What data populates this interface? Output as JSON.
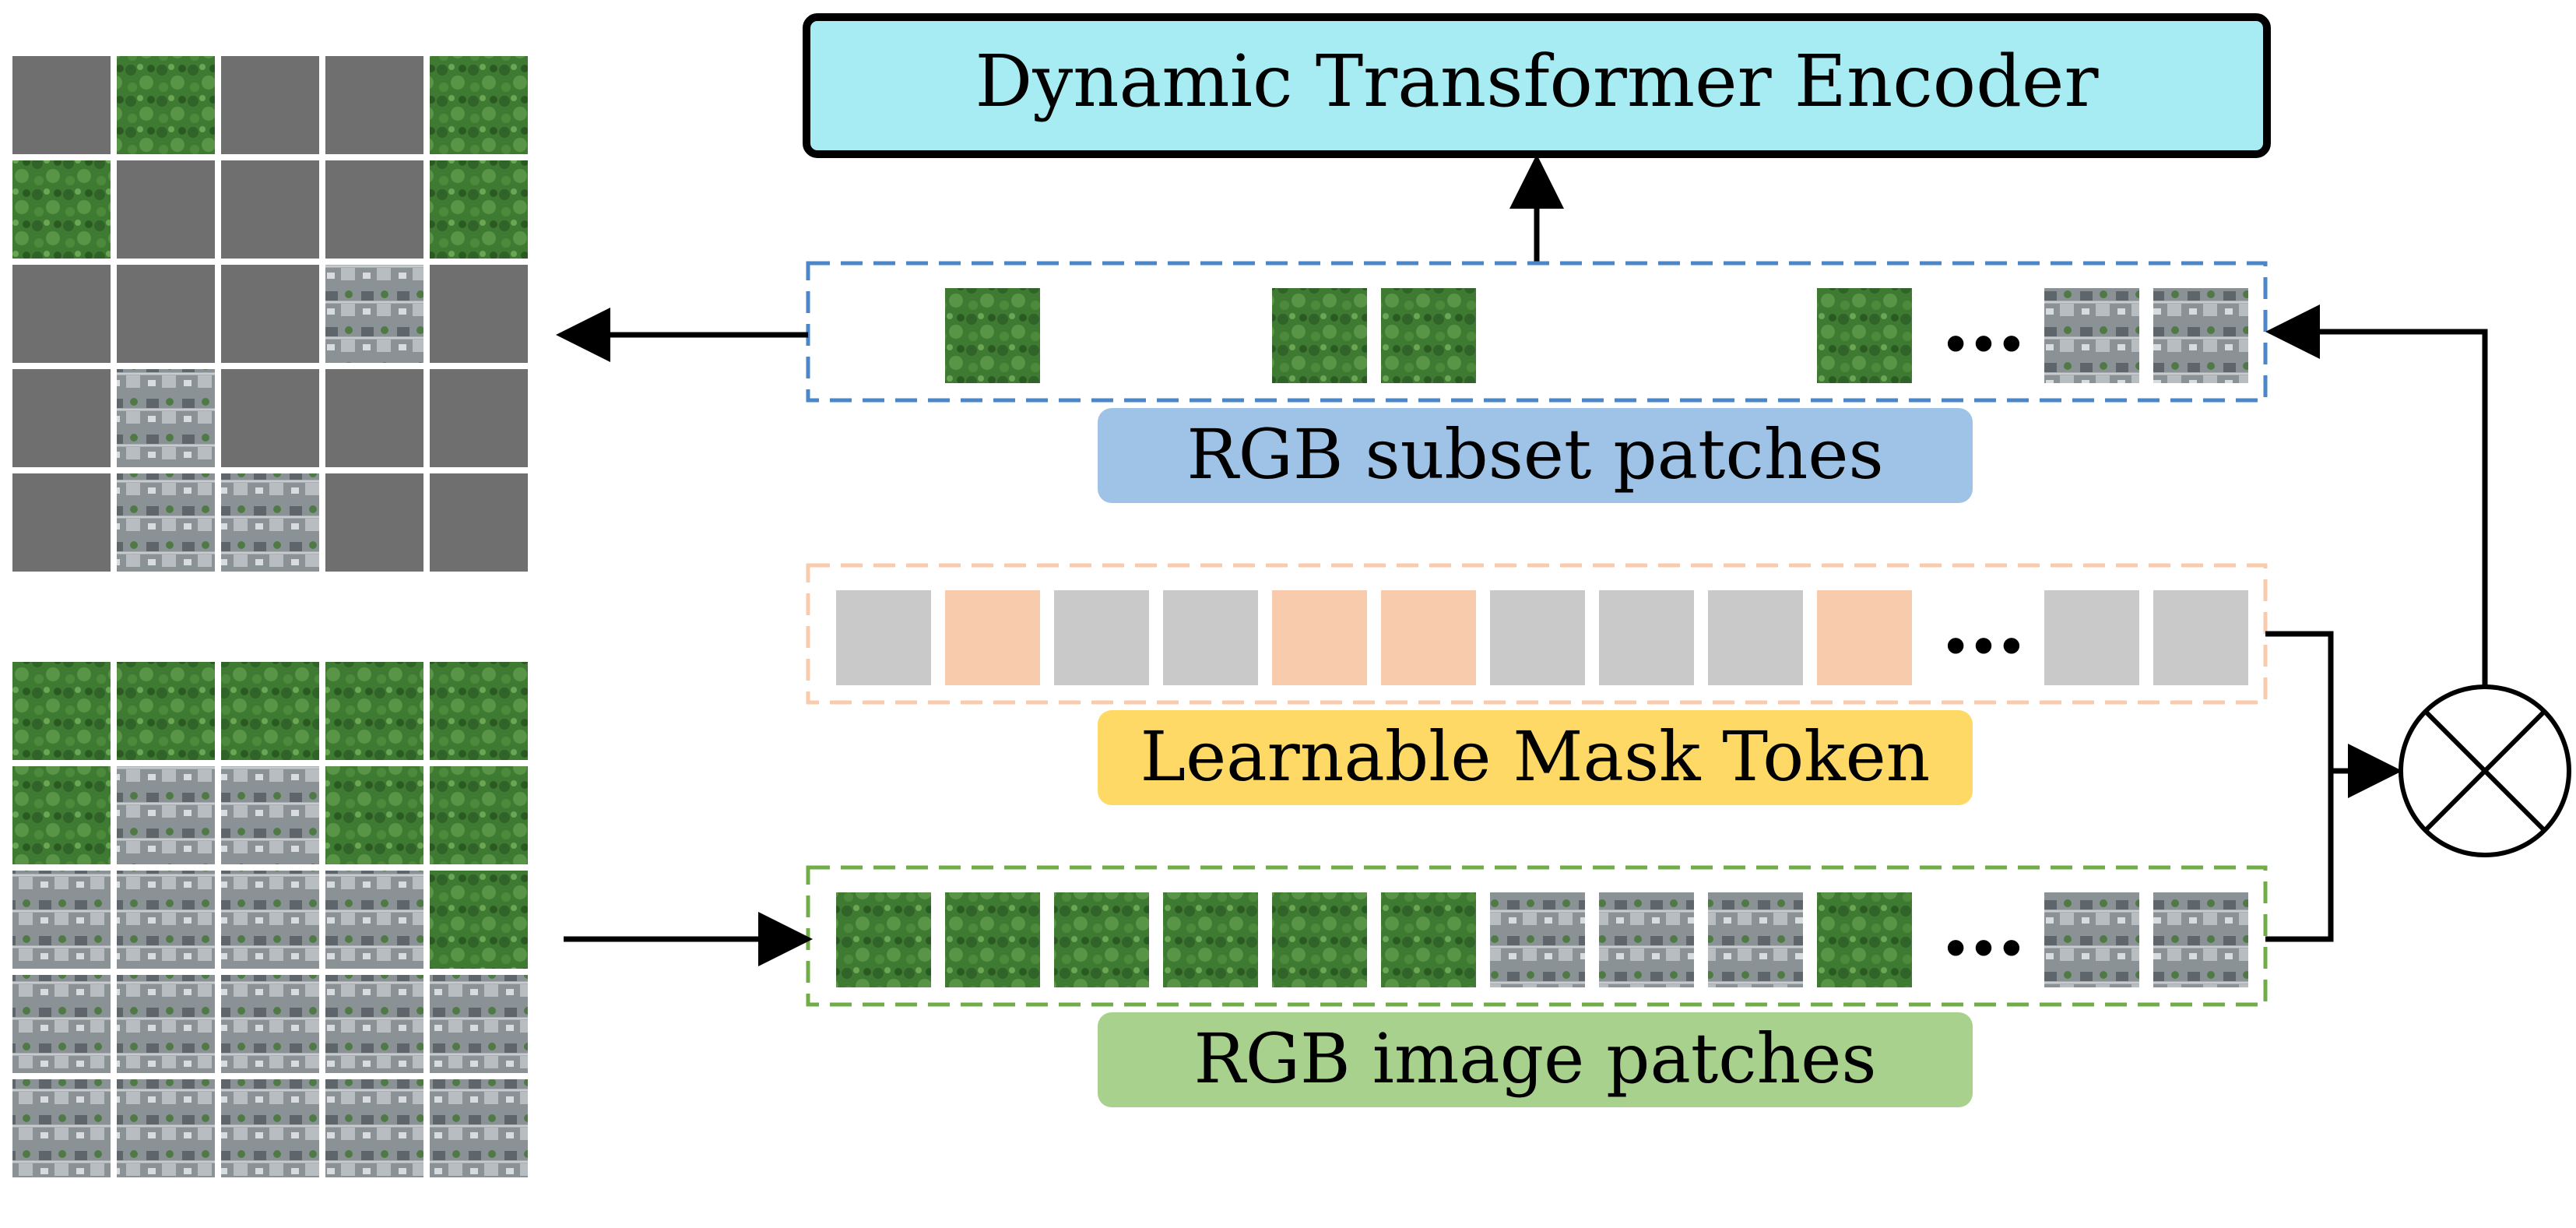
{
  "encoder": {
    "title": "Dynamic Transformer Encoder",
    "fill": "#a8ecf3"
  },
  "labels": {
    "subset": {
      "text": "RGB subset patches",
      "fill": "#9fc3e7"
    },
    "mask": {
      "text": "Learnable Mask Token",
      "fill": "#ffd966"
    },
    "image": {
      "text": "RGB image patches",
      "fill": "#a9d18e"
    }
  },
  "rows": {
    "subset": {
      "border": "#4a86c8",
      "ellipsis": "…"
    },
    "mask": {
      "border": "#f8cbad",
      "ellipsis": "…"
    },
    "image": {
      "border": "#70ad47",
      "ellipsis": "…"
    }
  },
  "operator": {
    "icon": "multiply-circle-icon"
  },
  "colors": {
    "masked_patch": "#6f6f6f",
    "mask_token_gray": "#c9c9c9",
    "mask_token_peach": "#f8cbad",
    "grass": "#3f7a33",
    "urban": "#8a9296"
  }
}
